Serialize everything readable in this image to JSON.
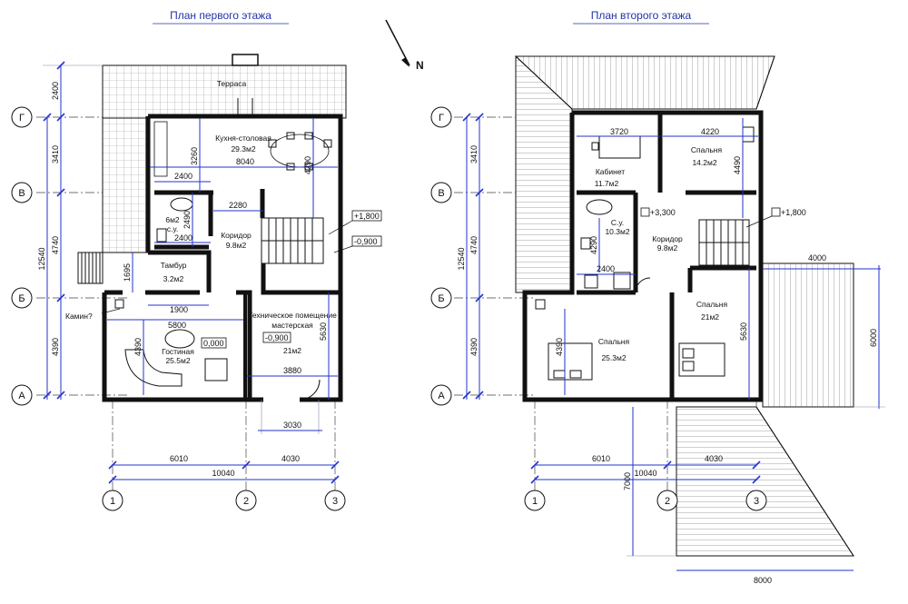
{
  "titles": {
    "floor1": "План первого этажа",
    "floor2": "План второго этажа",
    "north": "N"
  },
  "axes": {
    "rows": [
      "Г",
      "В",
      "Б",
      "А"
    ],
    "cols": [
      "1",
      "2",
      "3"
    ]
  },
  "floor1": {
    "rooms": {
      "terrace": "Терраса",
      "kitchen": "Кухня-столовая",
      "kitchen_area": "29.3м2",
      "bath_area": "6м2",
      "bath": "с.у.",
      "corridor": "Коридор",
      "corridor_area": "9.8м2",
      "vestibule": "Тамбур",
      "vestibule_area": "3.2м2",
      "fireplace": "Камин?",
      "living": "Гостиная",
      "living_area": "25.5м2",
      "tech": "Техническое помещение",
      "tech2": "мастерская",
      "tech_area": "21м2"
    },
    "levels": {
      "l_1800": "+1,800",
      "l_m0900": "-0,900",
      "l_0000": "0,000",
      "l_m0900b": "-0,900"
    },
    "dims": {
      "d2400": "2400",
      "d3410": "3410",
      "d4740": "4740",
      "d4390": "4390",
      "d12540": "12540",
      "d1695": "1695",
      "d3260": "3260",
      "d8040": "8040",
      "d4290": "4290",
      "d2400b": "2400",
      "d2280": "2280",
      "d2490": "2490",
      "d2400c": "2400",
      "d1900": "1900",
      "d5800": "5800",
      "d4390b": "4390",
      "d5630": "5630",
      "d3880": "3880",
      "d3030": "3030",
      "d6010": "6010",
      "d4030": "4030",
      "d10040": "10040"
    }
  },
  "floor2": {
    "rooms": {
      "office": "Кабинет",
      "office_area": "11.7м2",
      "bed1": "Спальня",
      "bed1_area": "14.2м2",
      "bath": "С.у.",
      "bath_area": "10.3м2",
      "corridor": "Коридор",
      "corridor_area": "9.8м2",
      "bed2": "Спальня",
      "bed2_area": "21м2",
      "bed3": "Спальня",
      "bed3_area": "25.3м2"
    },
    "levels": {
      "l_3300": "+3,300",
      "l_1800": "+1,800"
    },
    "dims": {
      "d3720": "3720",
      "d4220": "4220",
      "d4490": "4490",
      "d3410": "3410",
      "d4740": "4740",
      "d4390": "4390",
      "d12540": "12540",
      "d4290": "4290",
      "d2400": "2400",
      "d4390b": "4390",
      "d5630": "5630",
      "d4000": "4000",
      "d6000": "6000",
      "d7000": "7000",
      "d8000": "8000",
      "d6010": "6010",
      "d4030": "4030",
      "d10040": "10040"
    }
  }
}
